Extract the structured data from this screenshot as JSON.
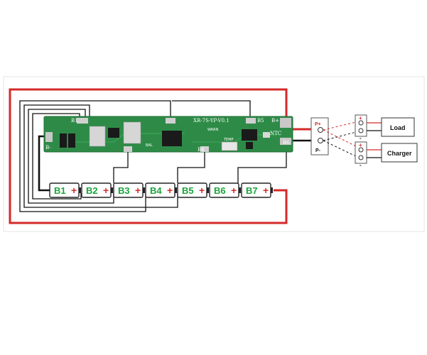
{
  "board": {
    "model": "XR-7S-YP-V0.1",
    "pad_labels": {
      "b_minus": "B-",
      "b1": "B1",
      "b4": "B4",
      "b5": "B5",
      "b_plus": "B+",
      "b6": "B6",
      "ntc": "NTC",
      "temp": "TEMP",
      "warn": "WARN",
      "bal": "BAL"
    }
  },
  "cells": [
    "B1",
    "B2",
    "B3",
    "B4",
    "B5",
    "B6",
    "B7"
  ],
  "cell_polarity": "+",
  "output_terminal": {
    "top": "P+",
    "bottom": "P-"
  },
  "devices": [
    {
      "label": "Load",
      "plus": "+",
      "minus": "-"
    },
    {
      "label": "Charger",
      "plus": "+",
      "minus": "-"
    }
  ],
  "colors": {
    "pcb": "#2e8b47",
    "pcb_edge": "#1f6b33",
    "positive_wire": "#d42a2a",
    "negative_wire": "#111111",
    "cell_label": "#1aa33a",
    "frame_border": "#e4e4e4"
  }
}
